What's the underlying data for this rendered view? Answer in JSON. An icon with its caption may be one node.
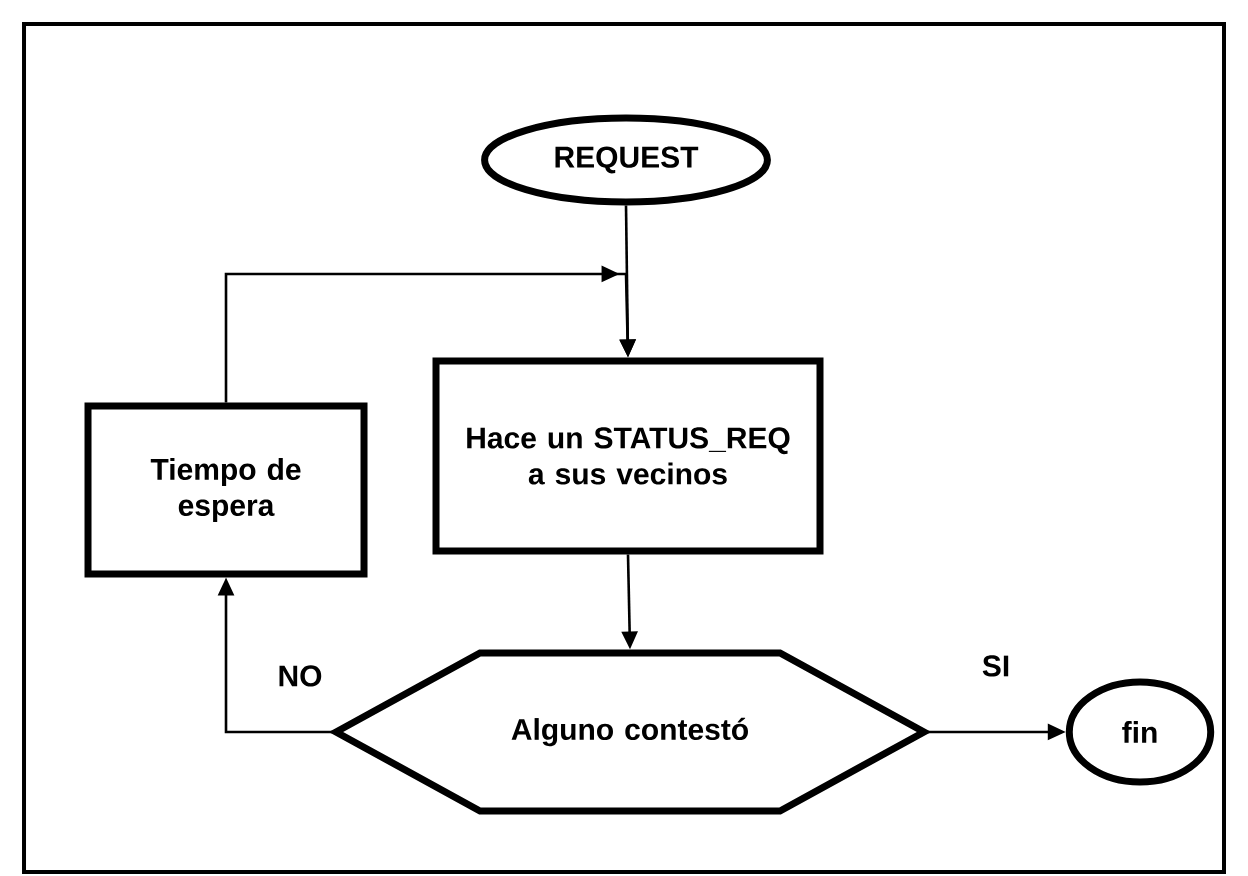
{
  "diagram": {
    "nodes": [
      {
        "text": [
          "REQUEST"
        ]
      },
      {
        "text": [
          "Hace un STATUS_REQ a sus vecinos"
        ]
      },
      {
        "text": [
          "Tiempo de espera"
        ]
      },
      {
        "text": [
          "Alguno contestó"
        ]
      },
      {
        "text": [
          "fin"
        ]
      }
    ],
    "edges": [
      {
        "from": 0,
        "to": 1,
        "arrow": "to"
      },
      {
        "from": 1,
        "to": 3,
        "arrow": "to"
      },
      {
        "from": 3,
        "to": 4,
        "arrow": "to",
        "label": "SI"
      },
      {
        "from": 3,
        "to": 2,
        "arrow": "to",
        "label": "NO"
      },
      {
        "from": 2,
        "to": 1,
        "arrow": "to"
      }
    ]
  }
}
